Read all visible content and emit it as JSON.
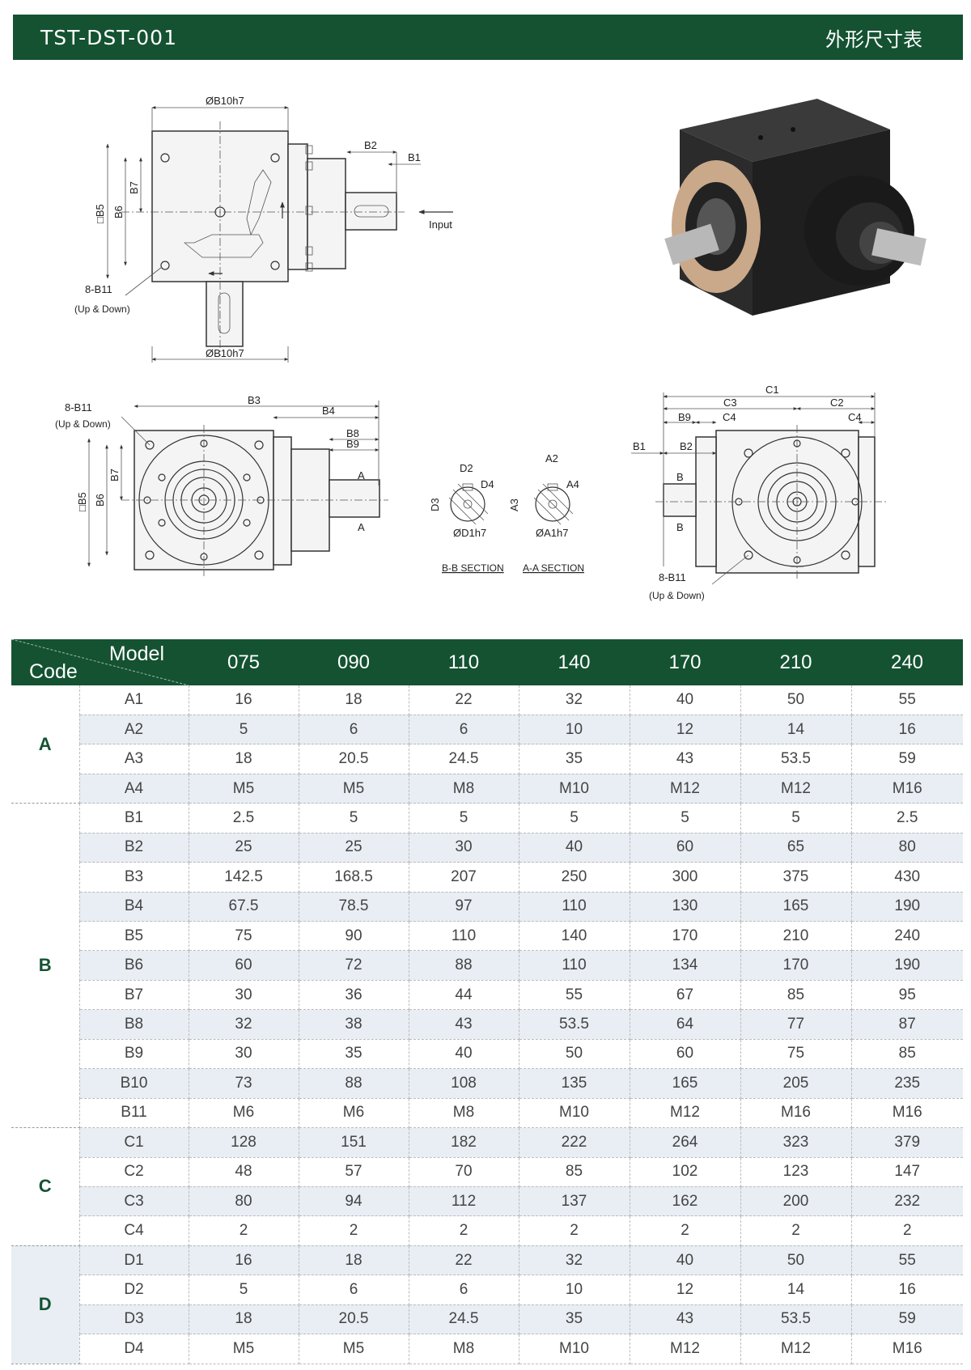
{
  "header": {
    "code": "TST-DST-001",
    "subtitle": "外形尺寸表"
  },
  "drawing": {
    "labels": {
      "b10_top": "ØB10h7",
      "b10_bottom": "ØB10h7",
      "b2": "B2",
      "b1": "B1",
      "input": "Input",
      "b5": "□B5",
      "b6": "B6",
      "b7": "B7",
      "b11_1": "8-B11",
      "updown_1": "(Up & Down)",
      "b11_2": "8-B11",
      "updown_2": "(Up & Down)",
      "b3": "B3",
      "b4": "B4",
      "b8": "B8",
      "b9": "B9",
      "b5b": "□B5",
      "b6b": "B6",
      "b7b": "B7",
      "a_top": "A",
      "a_bot": "A",
      "d2": "D2",
      "d4": "D4",
      "d3": "D3",
      "d1": "ØD1h7",
      "a2": "A2",
      "a4": "A4",
      "a3": "A3",
      "a1": "ØA1h7",
      "bb_section": "B-B SECTION",
      "aa_section": "A-A SECTION",
      "c1": "C1",
      "c3": "C3",
      "c2": "C2",
      "c4a": "C4",
      "c4b": "C4",
      "b9c": "B9",
      "b1c": "B1",
      "b2c": "B2",
      "b_top": "B",
      "b_bot": "B",
      "b11_3": "8-B11",
      "updown_3": "(Up & Down)"
    }
  },
  "table": {
    "corner_model": "Model",
    "corner_code": "Code",
    "models": [
      "075",
      "090",
      "110",
      "140",
      "170",
      "210",
      "240"
    ],
    "groups": [
      {
        "name": "A",
        "rows": [
          {
            "code": "A1",
            "values": [
              "16",
              "18",
              "22",
              "32",
              "40",
              "50",
              "55"
            ]
          },
          {
            "code": "A2",
            "values": [
              "5",
              "6",
              "6",
              "10",
              "12",
              "14",
              "16"
            ]
          },
          {
            "code": "A3",
            "values": [
              "18",
              "20.5",
              "24.5",
              "35",
              "43",
              "53.5",
              "59"
            ]
          },
          {
            "code": "A4",
            "values": [
              "M5",
              "M5",
              "M8",
              "M10",
              "M12",
              "M12",
              "M16"
            ]
          }
        ]
      },
      {
        "name": "B",
        "rows": [
          {
            "code": "B1",
            "values": [
              "2.5",
              "5",
              "5",
              "5",
              "5",
              "5",
              "2.5"
            ]
          },
          {
            "code": "B2",
            "values": [
              "25",
              "25",
              "30",
              "40",
              "60",
              "65",
              "80"
            ]
          },
          {
            "code": "B3",
            "values": [
              "142.5",
              "168.5",
              "207",
              "250",
              "300",
              "375",
              "430"
            ]
          },
          {
            "code": "B4",
            "values": [
              "67.5",
              "78.5",
              "97",
              "110",
              "130",
              "165",
              "190"
            ]
          },
          {
            "code": "B5",
            "values": [
              "75",
              "90",
              "110",
              "140",
              "170",
              "210",
              "240"
            ]
          },
          {
            "code": "B6",
            "values": [
              "60",
              "72",
              "88",
              "110",
              "134",
              "170",
              "190"
            ]
          },
          {
            "code": "B7",
            "values": [
              "30",
              "36",
              "44",
              "55",
              "67",
              "85",
              "95"
            ]
          },
          {
            "code": "B8",
            "values": [
              "32",
              "38",
              "43",
              "53.5",
              "64",
              "77",
              "87"
            ]
          },
          {
            "code": "B9",
            "values": [
              "30",
              "35",
              "40",
              "50",
              "60",
              "75",
              "85"
            ]
          },
          {
            "code": "B10",
            "values": [
              "73",
              "88",
              "108",
              "135",
              "165",
              "205",
              "235"
            ]
          },
          {
            "code": "B11",
            "values": [
              "M6",
              "M6",
              "M8",
              "M10",
              "M12",
              "M16",
              "M16"
            ]
          }
        ]
      },
      {
        "name": "C",
        "rows": [
          {
            "code": "C1",
            "values": [
              "128",
              "151",
              "182",
              "222",
              "264",
              "323",
              "379"
            ]
          },
          {
            "code": "C2",
            "values": [
              "48",
              "57",
              "70",
              "85",
              "102",
              "123",
              "147"
            ]
          },
          {
            "code": "C3",
            "values": [
              "80",
              "94",
              "112",
              "137",
              "162",
              "200",
              "232"
            ]
          },
          {
            "code": "C4",
            "values": [
              "2",
              "2",
              "2",
              "2",
              "2",
              "2",
              "2"
            ]
          }
        ]
      },
      {
        "name": "D",
        "rows": [
          {
            "code": "D1",
            "values": [
              "16",
              "18",
              "22",
              "32",
              "40",
              "50",
              "55"
            ]
          },
          {
            "code": "D2",
            "values": [
              "5",
              "6",
              "6",
              "10",
              "12",
              "14",
              "16"
            ]
          },
          {
            "code": "D3",
            "values": [
              "18",
              "20.5",
              "24.5",
              "35",
              "43",
              "53.5",
              "59"
            ]
          },
          {
            "code": "D4",
            "values": [
              "M5",
              "M5",
              "M8",
              "M10",
              "M12",
              "M12",
              "M16"
            ]
          }
        ]
      }
    ]
  }
}
